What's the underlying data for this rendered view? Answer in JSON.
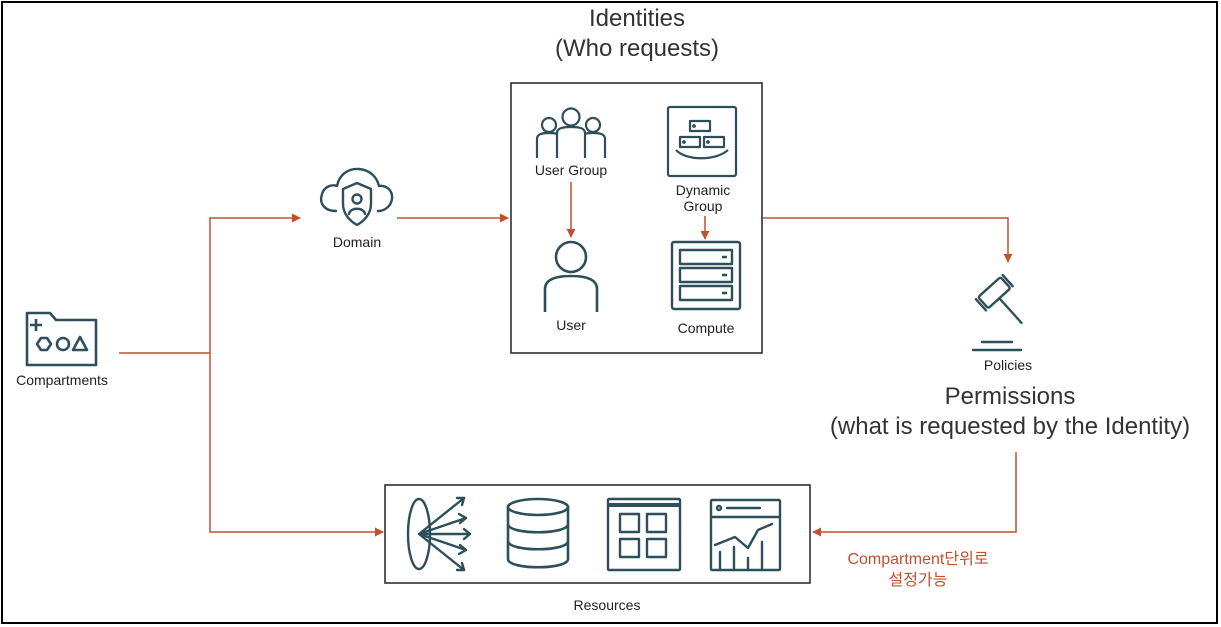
{
  "identities": {
    "title": "Identities",
    "subtitle": "(Who requests)"
  },
  "permissions": {
    "title": "Permissions",
    "subtitle": "(what is requested by the Identity)"
  },
  "nodes": {
    "compartments": "Compartments",
    "domain": "Domain",
    "user_group": "User Group",
    "user": "User",
    "dynamic_group_line1": "Dynamic",
    "dynamic_group_line2": "Group",
    "compute": "Compute",
    "policies": "Policies",
    "resources": "Resources"
  },
  "note": {
    "line1": "Compartment단위로",
    "line2": "설정가능"
  },
  "icons": {
    "compartments": "folder-shapes-icon",
    "domain": "cloud-shield-user-icon",
    "user_group": "user-group-icon",
    "user": "user-icon",
    "dynamic_group": "dynamic-group-icon",
    "compute": "server-stack-icon",
    "policies": "gavel-icon",
    "network": "network-fan-icon",
    "database": "database-icon",
    "grid": "grid-window-icon",
    "analytics": "analytics-chart-icon"
  },
  "colors": {
    "arrow": "#c0502e",
    "icon": "#2d4f5b",
    "note": "#c0502e"
  }
}
